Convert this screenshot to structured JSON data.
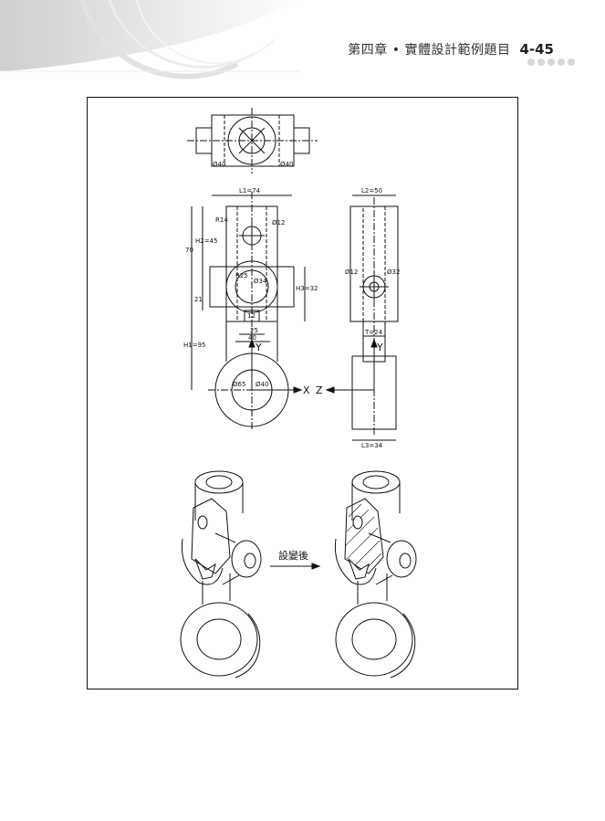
{
  "header": {
    "chapter_title": "第四章 • 實體設計範例題目",
    "page_number": "4-45"
  },
  "drawing": {
    "top_view": {
      "dims": [
        "Ø40",
        "Ø40"
      ]
    },
    "front_view": {
      "dims": [
        "L1=74",
        "R14",
        "Ø12",
        "70",
        "H2=45",
        "R25",
        "Ø34",
        "21",
        "H3=32",
        "12",
        "25",
        "40",
        "H1=95",
        "Ø65",
        "Ø40"
      ],
      "axis": [
        "Y",
        "X"
      ]
    },
    "side_view": {
      "dims": [
        "L2=50",
        "Ø12",
        "Ø32",
        "T=24",
        "L3=34"
      ],
      "axis": [
        "Y",
        "Z"
      ]
    },
    "transition_label": "設變後"
  }
}
